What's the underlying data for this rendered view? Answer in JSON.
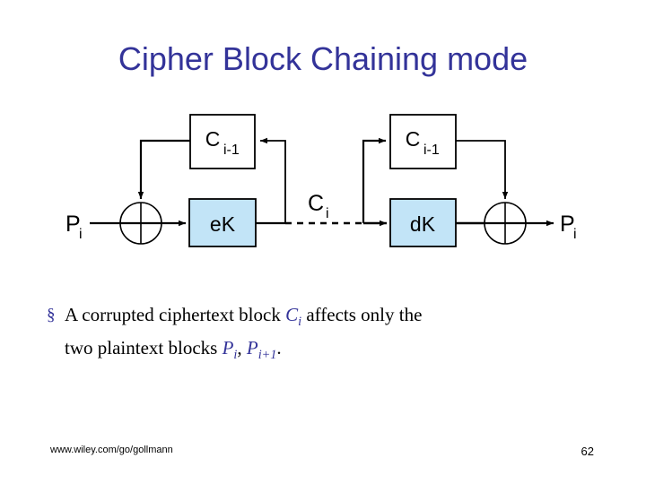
{
  "slide": {
    "title": "Cipher Block Chaining mode"
  },
  "diagram": {
    "encrypt": {
      "input_label": "P",
      "input_sub": "i",
      "feedback_box_label": "C",
      "feedback_box_sub": "i-1",
      "cipher_box_label": "eK",
      "xor_symbol": "xor-circle"
    },
    "channel": {
      "label": "C",
      "sub": "i"
    },
    "decrypt": {
      "feedback_box_label": "C",
      "feedback_box_sub": "i-1",
      "cipher_box_label": "dK",
      "output_label": "P",
      "output_sub": "i",
      "xor_symbol": "xor-circle"
    },
    "colors": {
      "box_fill": "#c2e4f7",
      "box_stroke": "#000000",
      "line": "#000000"
    }
  },
  "body": {
    "bullet_mark": "§",
    "line1_a": "A corrupted ciphertext block ",
    "var_c": "C",
    "var_c_sub": "i",
    "line1_b": " affects only the",
    "line2_a": "two plaintext blocks ",
    "var_p1": "P",
    "var_p1_sub": "i",
    "comma": ", ",
    "var_p2": "P",
    "var_p2_sub": "i+1",
    "period": "."
  },
  "footer": {
    "url": "www.wiley.com/go/gollmann",
    "page": "62"
  },
  "theme": {
    "title_color": "#333399",
    "accent_color": "#333399",
    "text_color": "#000000",
    "background": "#ffffff"
  }
}
